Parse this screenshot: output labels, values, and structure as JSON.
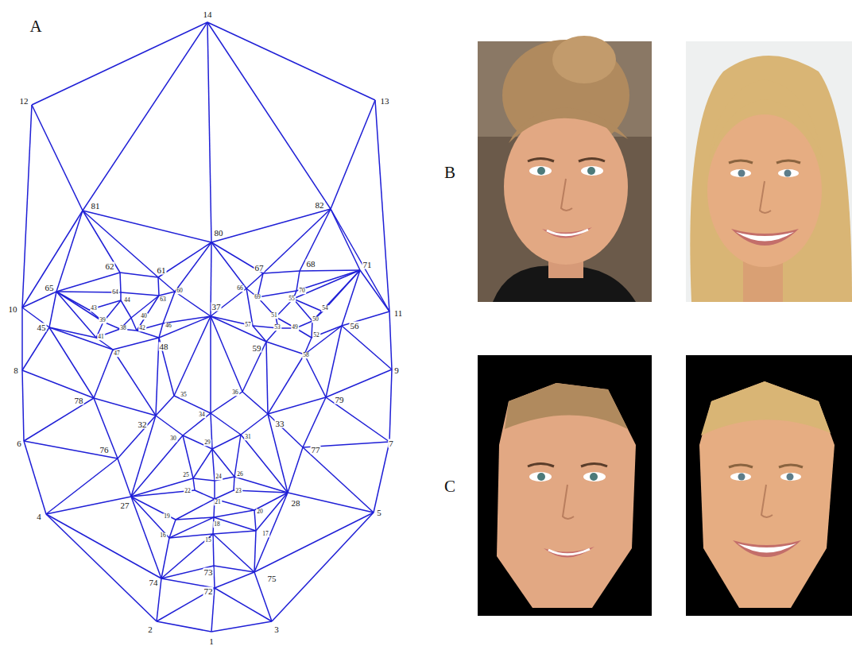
{
  "diagram": {
    "labels": [
      "A",
      "1",
      "2",
      "3",
      "4",
      "5",
      "6",
      "7",
      "8",
      "9",
      "10",
      "11",
      "12",
      "13",
      "14",
      "15",
      "16",
      "17",
      "18",
      "19",
      "20",
      "21",
      "22",
      "23",
      "24",
      "25",
      "26",
      "27",
      "28",
      "29",
      "30",
      "31",
      "32",
      "33",
      "34",
      "35",
      "36",
      "37",
      "38",
      "39",
      "40",
      "41",
      "42",
      "43",
      "44",
      "45",
      "46",
      "47",
      "48",
      "49",
      "50",
      "51",
      "52",
      "53",
      "54",
      "55",
      "56",
      "57",
      "58",
      "59",
      "60",
      "61",
      "62",
      "63",
      "64",
      "65",
      "66",
      "67",
      "68",
      "69",
      "70",
      "71",
      "72",
      "73",
      "74",
      "75",
      "76",
      "77",
      "78",
      "79",
      "80",
      "81",
      "82",
      "B",
      "C"
    ]
  }
}
